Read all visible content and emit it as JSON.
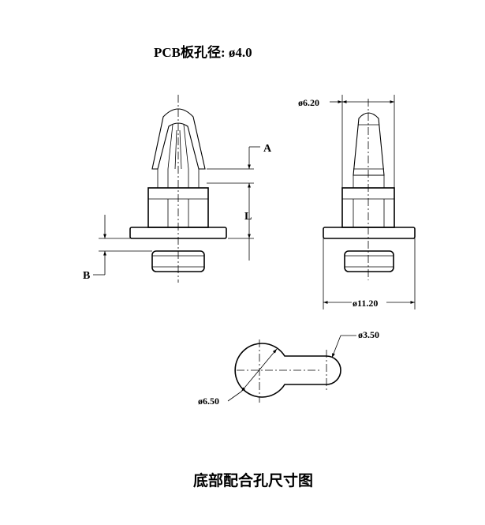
{
  "title": "PCB板孔径: ø4.0",
  "labels": {
    "dim_a": "A",
    "dim_l": "L",
    "dim_b": "B",
    "dia_top": "ø6.20",
    "dia_base": "ø11.20",
    "dia_hole_small": "ø3.50",
    "dia_hole_large": "ø6.50"
  },
  "caption": "底部配合孔尺寸图"
}
